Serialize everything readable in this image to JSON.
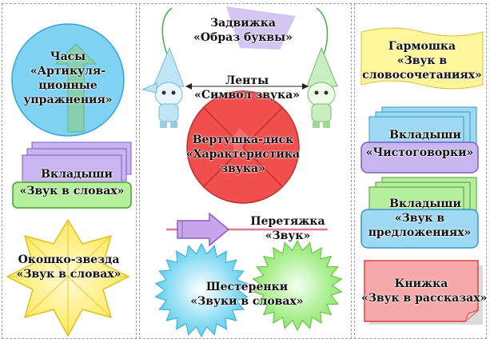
{
  "left": {
    "clock": {
      "title": "Часы",
      "line2": "«Артикуля-",
      "line3": "ционные",
      "line4": "упражнения»"
    },
    "inserts_words": {
      "title": "Вкладыши",
      "subtitle": "«Звук в словах»"
    },
    "star": {
      "title": "Окошко-звезда",
      "subtitle": "«Звук в словах»"
    }
  },
  "middle": {
    "valve": {
      "title": "Задвижка",
      "subtitle": "«Образ буквы»"
    },
    "ribbons": {
      "title": "Ленты",
      "subtitle": "«Символ звука»"
    },
    "spinner": {
      "title": "Вертушка-диск",
      "line2": "«Характеристика",
      "line3": "звука»"
    },
    "pull": {
      "title": "Перетяжка",
      "subtitle": "«Звук»"
    },
    "gears": {
      "title": "Шестеренки",
      "subtitle": "«Звуки в словах»"
    }
  },
  "right": {
    "accordion": {
      "title": "Гармошка",
      "line2": "«Звук в",
      "line3": "словосочетаниях»"
    },
    "inserts_tongue": {
      "title": "Вкладыши",
      "subtitle": "«Чистоговорки»"
    },
    "inserts_sentences": {
      "title": "Вкладыши",
      "line2": "«Звук в",
      "line3": "предложениях»"
    },
    "book": {
      "title": "Книжка",
      "subtitle": "«Звук в рассказах»"
    }
  },
  "colors": {
    "clock_fill": "#7fd2f2",
    "clock_arrows": "#8fd07a",
    "lavender": "#c9b5f0",
    "green": "#b6ef9c",
    "star": "#fff38c",
    "spinner": "#f14e4e",
    "gear": "#78d8f0",
    "gear2": "#a8f08a",
    "gnome_blue": "#bfe6f7",
    "gnome_green": "#c9efc0",
    "accordion": "#fff59a",
    "light_blue": "#9ed9f2",
    "pink": "#f7a9a9"
  }
}
